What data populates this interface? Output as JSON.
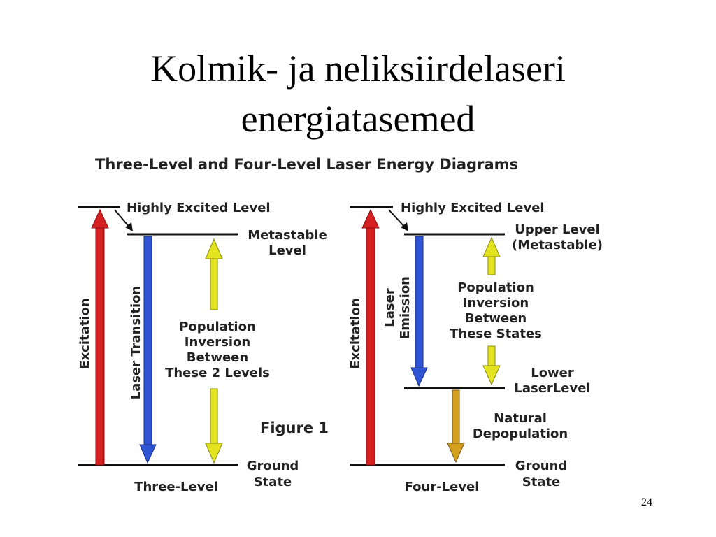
{
  "slide": {
    "title_line1": "Kolmik- ja neliksiirdelaseri",
    "title_line2": "energiatasemed",
    "page_number": "24"
  },
  "figure": {
    "heading": "Three-Level and Four-Level Laser Energy Diagrams",
    "figure_label": "Figure 1",
    "colors": {
      "excitation": "#d42020",
      "laser": "#2f55d4",
      "population": "#e3e320",
      "depopulation": "#d4a020",
      "line": "#111111"
    },
    "three_level": {
      "highly_excited": "Highly Excited Level",
      "metastable_1": "Metastable",
      "metastable_2": "Level",
      "excitation": "Excitation",
      "laser_transition": "Laser Transition",
      "population_1": "Population",
      "population_2": "Inversion",
      "population_3": "Between",
      "population_4": "These 2 Levels",
      "ground_1": "Ground",
      "ground_2": "State",
      "caption": "Three-Level"
    },
    "four_level": {
      "highly_excited": "Highly Excited Level",
      "upper_1": "Upper Level",
      "upper_2": "(Metastable)",
      "excitation": "Excitation",
      "laser_1": "Laser",
      "laser_2": "Emission",
      "population_1": "Population",
      "population_2": "Inversion",
      "population_3": "Between",
      "population_4": "These States",
      "lower_1": "Lower",
      "lower_2": "LaserLevel",
      "natural_1": "Natural",
      "natural_2": "Depopulation",
      "ground_1": "Ground",
      "ground_2": "State",
      "caption": "Four-Level"
    }
  }
}
